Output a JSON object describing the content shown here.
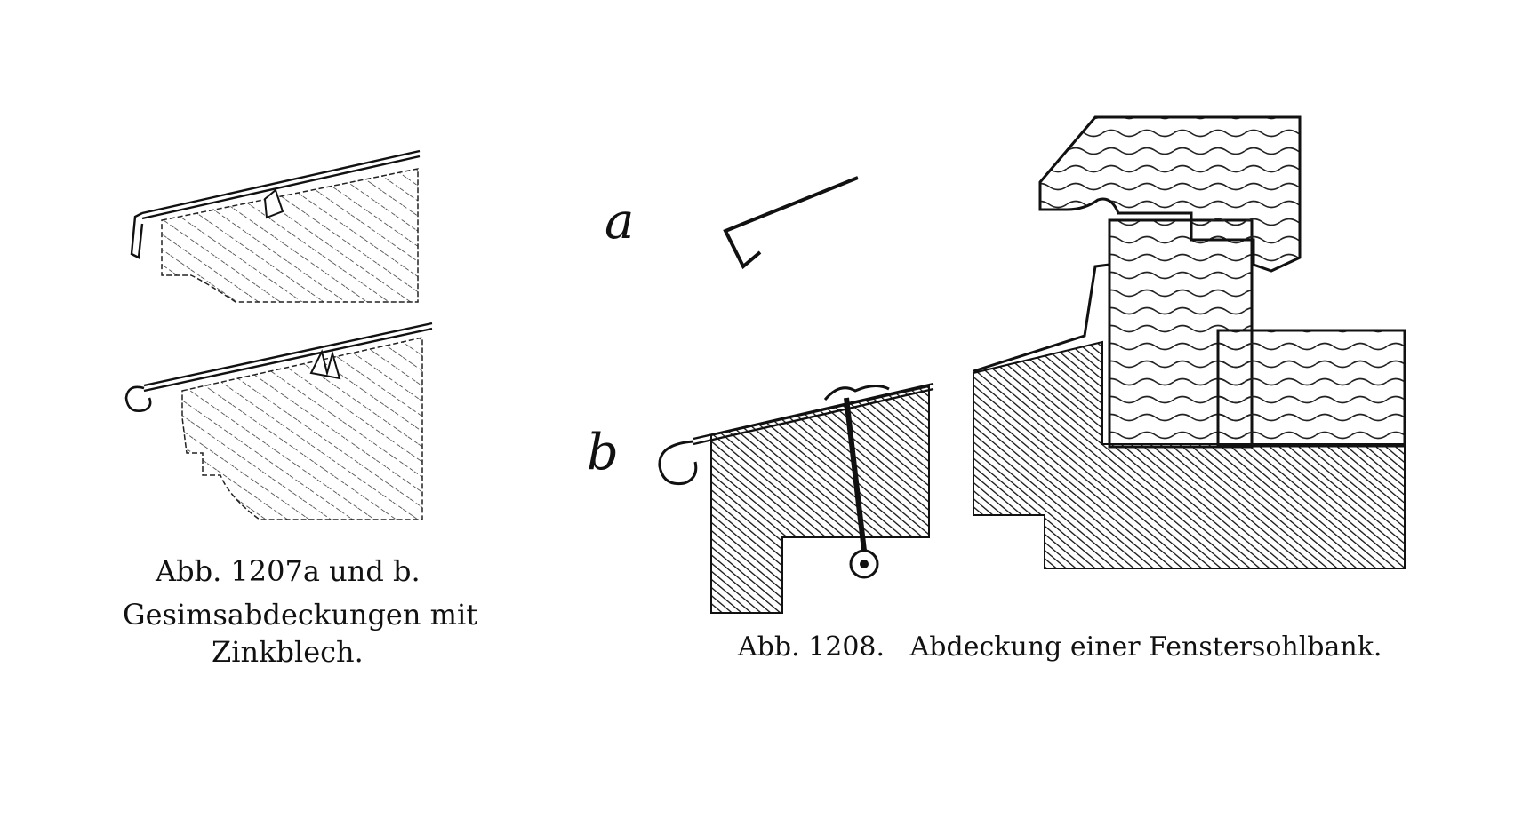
{
  "figures": {
    "fig1207": {
      "caption_line1": "Abb. 1207a und b.",
      "caption_line2": "Gesimsabdeckungen mit",
      "caption_line3": "Zinkblech."
    },
    "fig1208": {
      "label_a": "a",
      "label_b": "b",
      "caption": "Abb. 1208.   Abdeckung einer Fenstersohlbank."
    }
  },
  "colors": {
    "ink": "#111111",
    "paper": "#ffffff"
  }
}
